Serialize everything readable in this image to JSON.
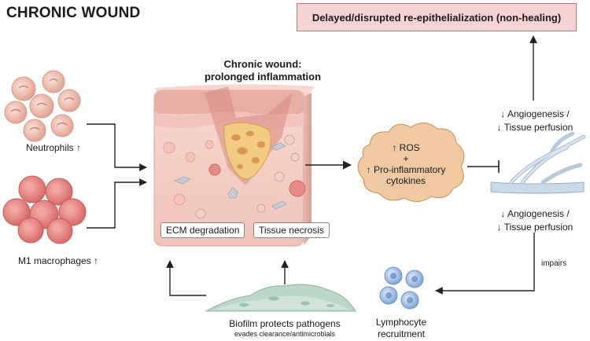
{
  "title": "CHRONIC WOUND",
  "outcome": "Delayed/disrupted re-epithelialization (non-healing)",
  "center": {
    "title_line1": "Chronic wound:",
    "title_line2": "prolonged inflammation",
    "label_ecm": "ECM degradation",
    "label_necrosis": "Tissue necrosis"
  },
  "left": {
    "neutrophils": "Neutrophils ↑",
    "macrophages": "M1 macrophages ↑"
  },
  "cloud": {
    "line1": "↑ ROS",
    "line2": "+",
    "line3": "↑ Pro-inflammatory",
    "line4": "cytokines"
  },
  "right": {
    "angio_top_1": "↓ Angiogenesis /",
    "angio_top_2": "↓ Tissue perfusion",
    "angio_bottom_1": "↓ Angiogenesis /",
    "angio_bottom_2": "↓ Tissue perfusion",
    "impairs": "impairs"
  },
  "bottom": {
    "biofilm_1": "Biofilm protects pathogens",
    "biofilm_2": "evades clearance/antimicrobials",
    "lymph_1": "Lymphocyte",
    "lymph_2": "recruitment"
  },
  "colors": {
    "outcome_fill": "#f6d2d4",
    "cloud_fill": "#f1c9a0",
    "tissue_fill": "#f3c9c0",
    "neutrophil": "#eeb8aa",
    "macrophage": "#e98a86",
    "lymphocyte": "#9fc0e6",
    "vessel": "#c8d9e8",
    "biofilm": "#b9d6c6"
  }
}
